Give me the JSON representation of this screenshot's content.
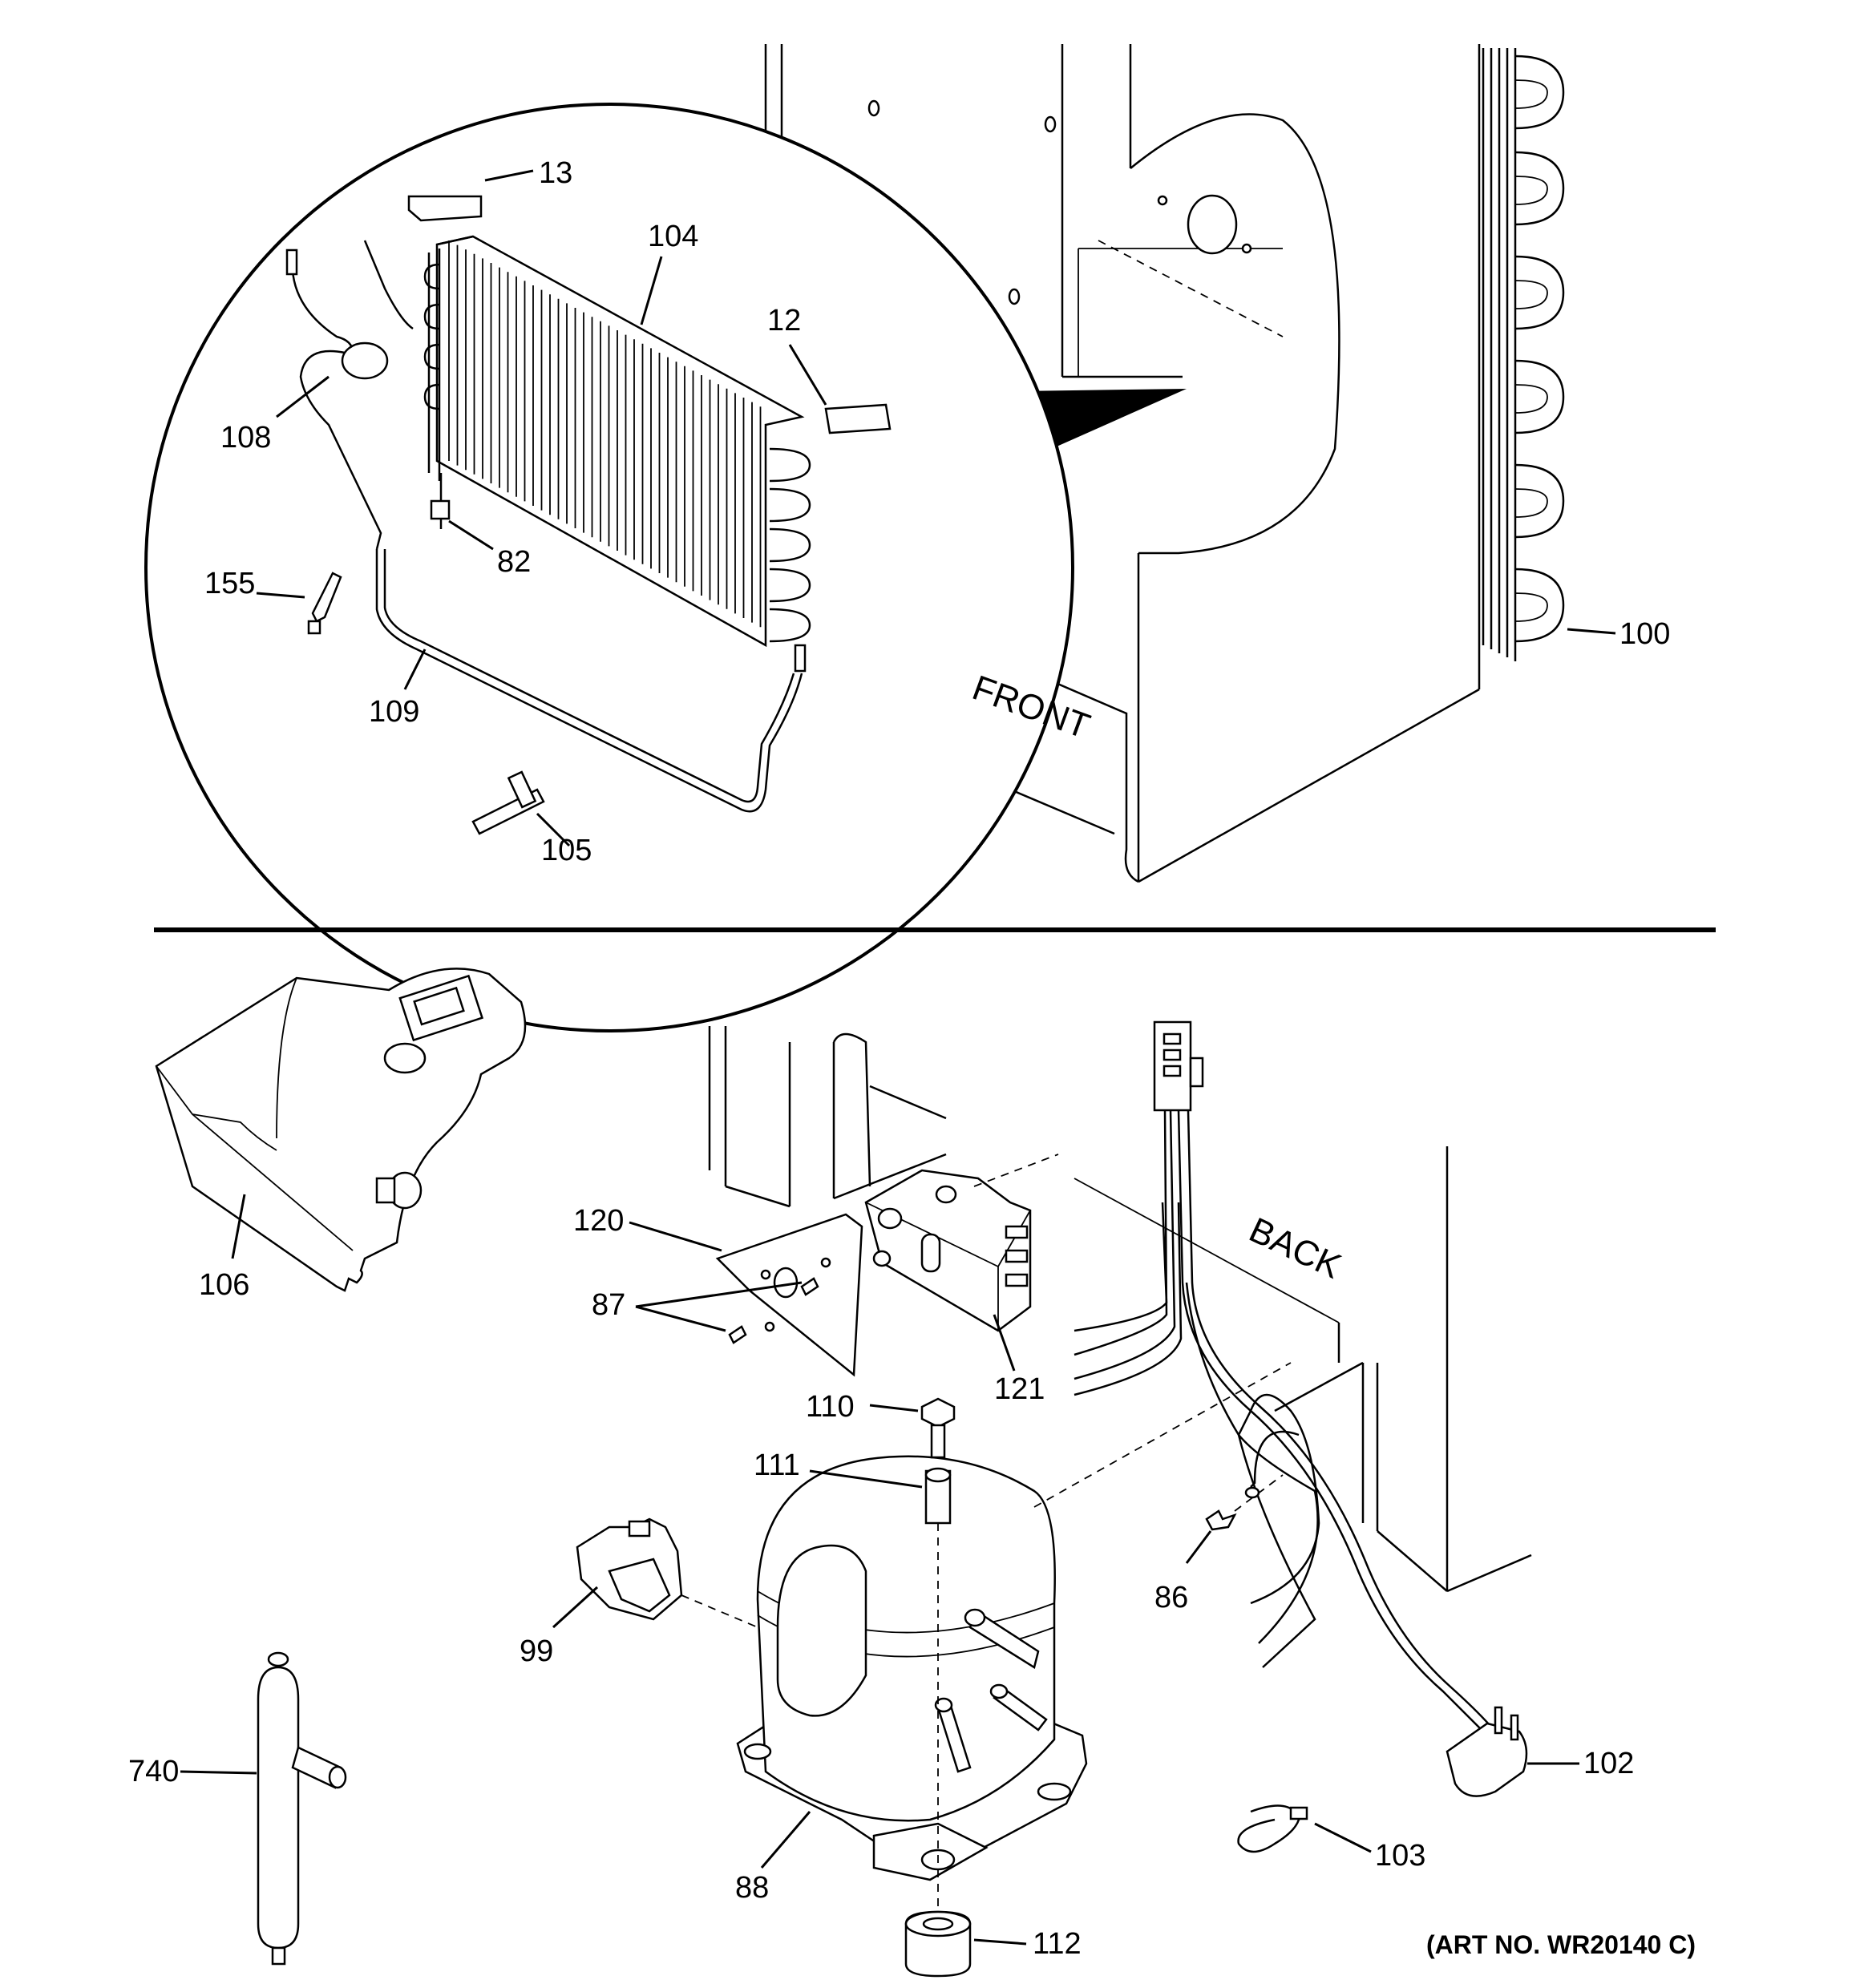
{
  "labels": {
    "front": "FRONT",
    "back": "BACK",
    "art_no": "(ART NO. WR20140 C)"
  },
  "parts": [
    "13",
    "104",
    "12",
    "108",
    "82",
    "155",
    "109",
    "105",
    "100",
    "106",
    "120",
    "87",
    "121",
    "110",
    "111",
    "99",
    "86",
    "740",
    "88",
    "112",
    "102",
    "103"
  ]
}
